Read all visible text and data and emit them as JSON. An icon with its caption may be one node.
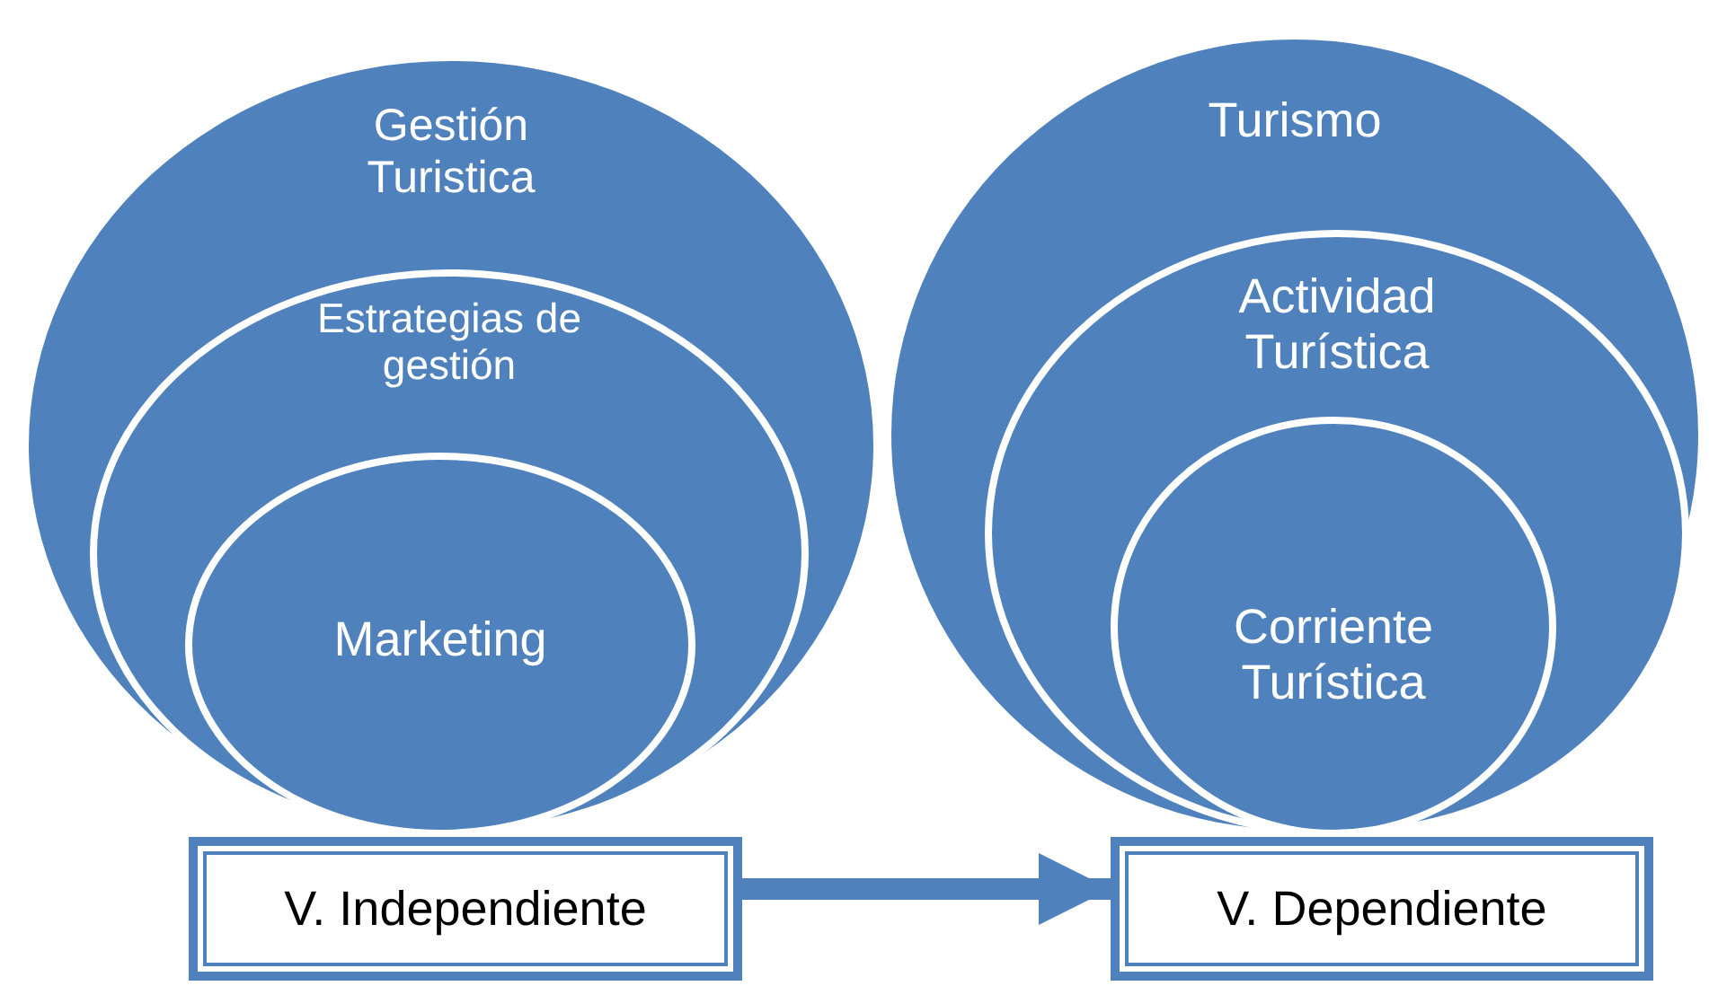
{
  "diagram": {
    "nodes": [
      {
        "text": [
          "Gestión Turistica"
        ]
      },
      {
        "text": [
          "Estrategias de gestión"
        ],
        "in": 0
      },
      {
        "text": [
          "Marketing"
        ],
        "in": 1
      },
      {
        "text": [
          "Turismo"
        ]
      },
      {
        "text": [
          "Actividad Turística"
        ],
        "in": 3
      },
      {
        "text": [
          "Corriente Turística"
        ],
        "in": 4
      },
      {
        "text": [
          "V. Independiente"
        ]
      },
      {
        "text": [
          "V. Dependiente"
        ]
      }
    ],
    "edges": [
      {
        "from": 6,
        "to": 7,
        "arrow": "to"
      }
    ]
  }
}
